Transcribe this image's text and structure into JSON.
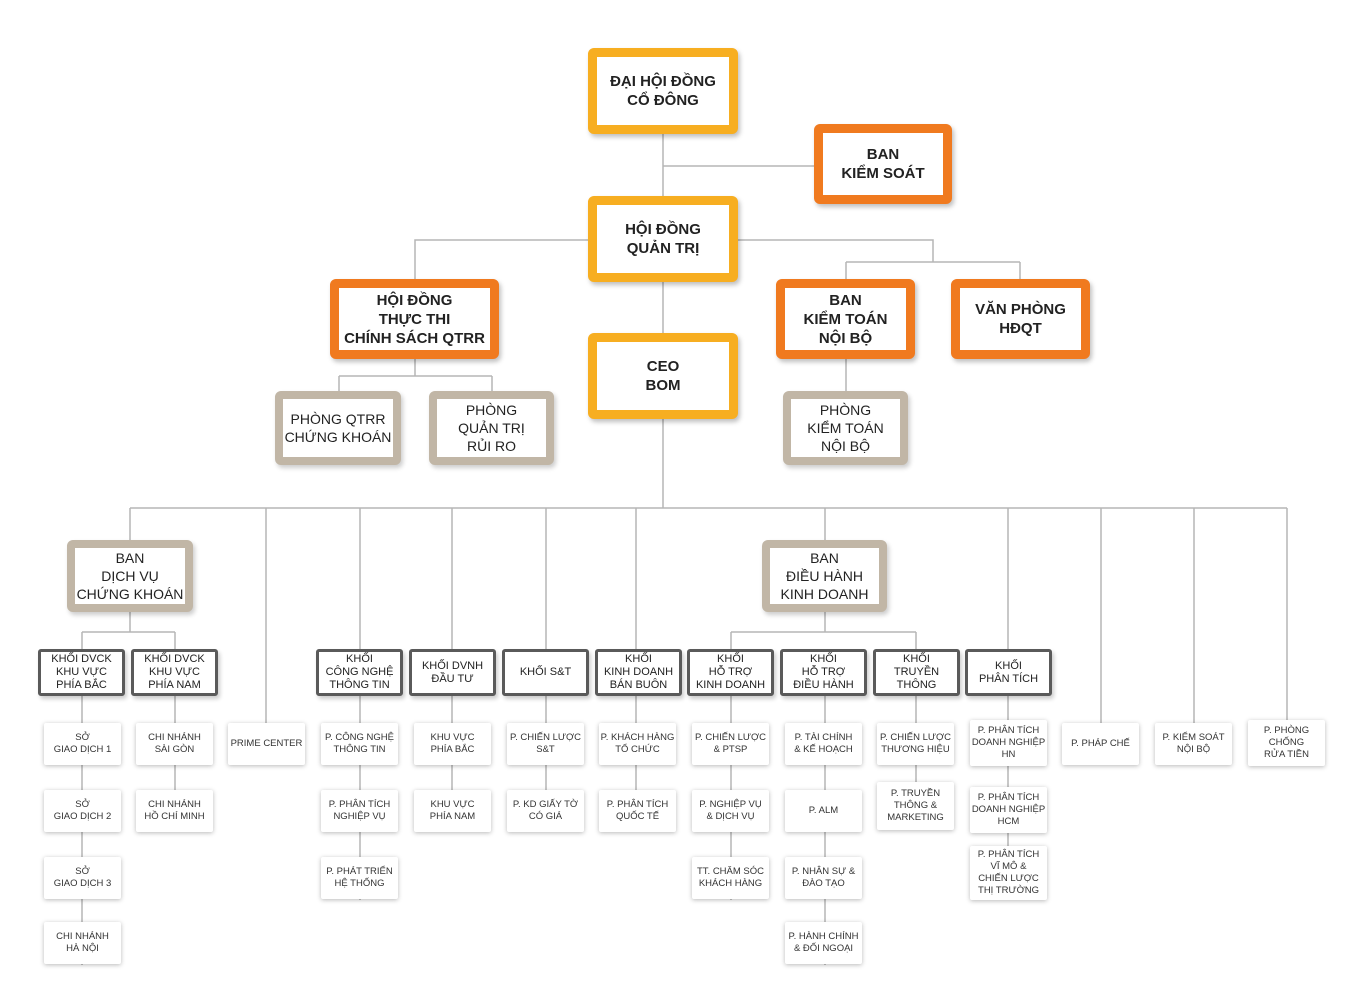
{
  "top": {
    "dai_hoi_dong_co_dong": "ĐẠI HỘI ĐỒNG\nCỔ ĐÔNG",
    "ban_kiem_soat": "BAN\nKIỂM SOÁT",
    "hoi_dong_quan_tri": "HỘI ĐỒNG\nQUẢN TRỊ",
    "hoi_dong_thuc_thi": "HỘI ĐỒNG\nTHỰC THI\nCHÍNH SÁCH QTRR",
    "ban_kiem_toan_noi_bo": "BAN\nKIỂM TOÁN\nNỘI BỘ",
    "van_phong_hdqt": "VĂN PHÒNG\nHĐQT",
    "ceo_bom": "CEO\nBOM",
    "phong_qtrr_chung_khoan": "PHÒNG QTRR\nCHỨNG KHOÁN",
    "phong_quan_tri_rui_ro": "PHÒNG\nQUẢN TRỊ\nRỦI RO",
    "phong_kiem_toan_noi_bo": "PHÒNG\nKIỂM TOÁN\nNỘI BỘ"
  },
  "mid": {
    "ban_dich_vu_chung_khoan": "BAN\nDỊCH VỤ\nCHỨNG KHOÁN",
    "ban_dieu_hanh_kinh_doanh": "BAN\nĐIỀU HÀNH\nKINH DOANH"
  },
  "khoi": {
    "dvck_phia_bac": "KHỐI DVCK\nKHU VỰC\nPHÍA BẮC",
    "dvck_phia_nam": "KHỐI DVCK\nKHU VỰC\nPHÍA NAM",
    "cong_nghe_thong_tin": "KHỐI\nCÔNG NGHỆ\nTHÔNG TIN",
    "dvnh_dau_tu": "KHỐI DVNH\nĐẦU TƯ",
    "s_t": "KHỐI S&T",
    "kinh_doanh_ban_buon": "KHỐI\nKINH DOANH\nBÁN BUÔN",
    "ho_tro_kinh_doanh": "KHỐI\nHỖ TRỢ\nKINH DOANH",
    "ho_tro_dieu_hanh": "KHỐI\nHỖ TRỢ\nĐIỀU HÀNH",
    "truyen_thong": "KHỐI\nTRUYỀN\nTHÔNG",
    "phan_tich": "KHỐI\nPHÂN TÍCH"
  },
  "leaves": {
    "so_giao_dich_1": "SỞ\nGIAO DỊCH 1",
    "so_giao_dich_2": "SỞ\nGIAO DỊCH 2",
    "so_giao_dich_3": "SỞ\nGIAO DỊCH 3",
    "chi_nhanh_ha_noi": "CHI NHÁNH\nHÀ NỘI",
    "chi_nhanh_sai_gon": "CHI NHÁNH\nSÀI GÒN",
    "chi_nhanh_ho_chi_minh": "CHI NHÁNH\nHỒ CHÍ MINH",
    "prime_center": "PRIME CENTER",
    "p_cong_nghe_thong_tin": "P. CÔNG NGHỆ\nTHÔNG TIN",
    "p_phan_tich_nghiep_vu": "P. PHÂN TÍCH\nNGHIỆP VỤ",
    "p_phat_trien_he_thong": "P. PHÁT TRIỂN\nHỆ THỐNG",
    "khu_vuc_phia_bac": "KHU VỰC\nPHÍA BẮC",
    "khu_vuc_phia_nam": "KHU VỰC\nPHÍA NAM",
    "p_chien_luoc_st": "P. CHIẾN LƯỢC\nS&T",
    "p_kd_giay_to_co_gia": "P. KD GIẤY TỜ\nCÓ GIÁ",
    "p_khach_hang_to_chuc": "P. KHÁCH HÀNG\nTỔ CHỨC",
    "p_phan_tich_quoc_te": "P. PHÂN TÍCH\nQUỐC TẾ",
    "p_chien_luoc_ptsp": "P. CHIẾN LƯỢC\n& PTSP",
    "p_nghiep_vu_dich_vu": "P. NGHIỆP VỤ\n& DỊCH VỤ",
    "tt_cham_soc_khach_hang": "TT. CHĂM SÓC\nKHÁCH HÀNG",
    "p_tai_chinh_ke_hoach": "P. TÀI CHÍNH\n& KẾ HOẠCH",
    "p_alm": "P. ALM",
    "p_nhan_su_dao_tao": "P. NHÂN SỰ &\nĐÀO TẠO",
    "p_hanh_chinh_doi_ngoai": "P. HÀNH CHÍNH\n& ĐỐI NGOẠI",
    "p_chien_luoc_thuong_hieu": "P. CHIẾN LƯỢC\nTHƯƠNG HIỆU",
    "p_truyen_thong_marketing": "P. TRUYỀN\nTHÔNG &\nMARKETING",
    "p_phan_tich_dn_hn": "P. PHÂN TÍCH\nDOANH NGHIỆP\nHN",
    "p_phan_tich_dn_hcm": "P. PHÂN TÍCH\nDOANH NGHIỆP\nHCM",
    "p_phan_tich_vi_mo": "P. PHÂN TÍCH\nVĨ MÔ &\nCHIẾN LƯỢC\nTHỊ TRƯỜNG",
    "p_phap_che": "P. PHÁP CHẾ",
    "p_kiem_soat_noi_bo": "P. KIỂM SOÁT\nNỘI BỘ",
    "p_phong_chong_rua_tien": "P. PHÒNG\nCHỐNG\nRỬA TIỀN"
  },
  "colors": {
    "yellow_border": "#f7ae21",
    "orange_border": "#f07a1f",
    "tan_border": "#c1b6a6",
    "khoi_border": "#5a5a5a",
    "connector": "#b5b5b5"
  }
}
